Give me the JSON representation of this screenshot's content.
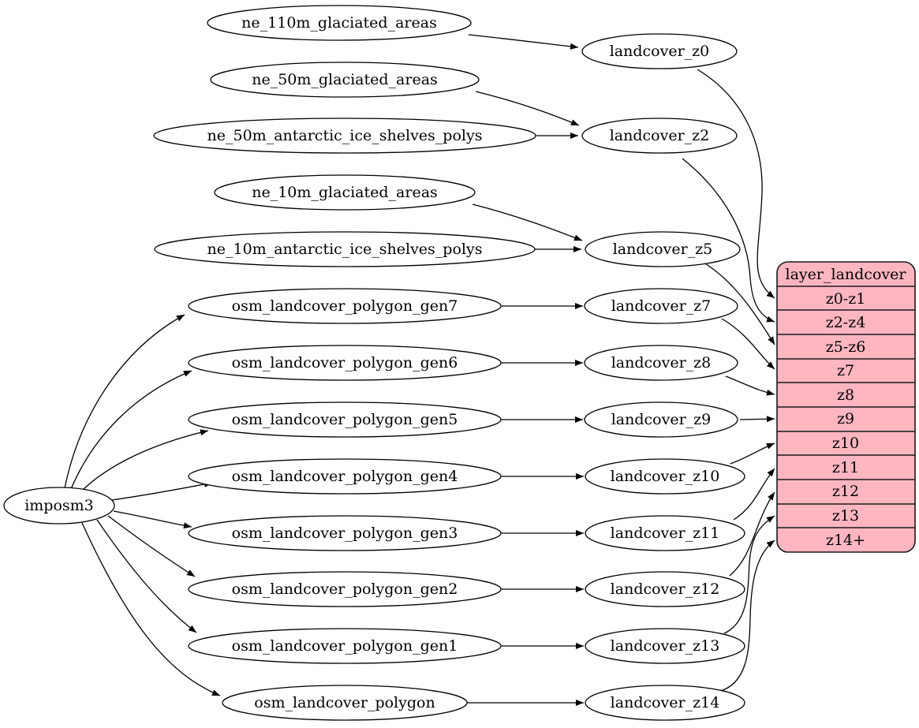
{
  "diagram": {
    "colors": {
      "background": "#ffffff",
      "node_fill": "#ffffff",
      "node_stroke": "#000000",
      "edge_color": "#000000",
      "table_fill": "#ffb6c1"
    },
    "nodes": {
      "imposm3": "imposm3",
      "ne_110m_glaciated_areas": "ne_110m_glaciated_areas",
      "ne_50m_glaciated_areas": "ne_50m_glaciated_areas",
      "ne_50m_antarctic_ice_shelves_polys": "ne_50m_antarctic_ice_shelves_polys",
      "ne_10m_glaciated_areas": "ne_10m_glaciated_areas",
      "ne_10m_antarctic_ice_shelves_polys": "ne_10m_antarctic_ice_shelves_polys",
      "osm_landcover_polygon_gen7": "osm_landcover_polygon_gen7",
      "osm_landcover_polygon_gen6": "osm_landcover_polygon_gen6",
      "osm_landcover_polygon_gen5": "osm_landcover_polygon_gen5",
      "osm_landcover_polygon_gen4": "osm_landcover_polygon_gen4",
      "osm_landcover_polygon_gen3": "osm_landcover_polygon_gen3",
      "osm_landcover_polygon_gen2": "osm_landcover_polygon_gen2",
      "osm_landcover_polygon_gen1": "osm_landcover_polygon_gen1",
      "osm_landcover_polygon": "osm_landcover_polygon",
      "landcover_z0": "landcover_z0",
      "landcover_z2": "landcover_z2",
      "landcover_z5": "landcover_z5",
      "landcover_z7": "landcover_z7",
      "landcover_z8": "landcover_z8",
      "landcover_z9": "landcover_z9",
      "landcover_z10": "landcover_z10",
      "landcover_z11": "landcover_z11",
      "landcover_z12": "landcover_z12",
      "landcover_z13": "landcover_z13",
      "landcover_z14": "landcover_z14"
    },
    "table": {
      "title": "layer_landcover",
      "rows": [
        "z0-z1",
        "z2-z4",
        "z5-z6",
        "z7",
        "z8",
        "z9",
        "z10",
        "z11",
        "z12",
        "z13",
        "z14+"
      ]
    },
    "edges": [
      {
        "from": "ne_110m_glaciated_areas",
        "to": "landcover_z0"
      },
      {
        "from": "ne_50m_glaciated_areas",
        "to": "landcover_z2"
      },
      {
        "from": "ne_50m_antarctic_ice_shelves_polys",
        "to": "landcover_z2"
      },
      {
        "from": "ne_10m_glaciated_areas",
        "to": "landcover_z5"
      },
      {
        "from": "ne_10m_antarctic_ice_shelves_polys",
        "to": "landcover_z5"
      },
      {
        "from": "imposm3",
        "to": "osm_landcover_polygon_gen7"
      },
      {
        "from": "imposm3",
        "to": "osm_landcover_polygon_gen6"
      },
      {
        "from": "imposm3",
        "to": "osm_landcover_polygon_gen5"
      },
      {
        "from": "imposm3",
        "to": "osm_landcover_polygon_gen4"
      },
      {
        "from": "imposm3",
        "to": "osm_landcover_polygon_gen3"
      },
      {
        "from": "imposm3",
        "to": "osm_landcover_polygon_gen2"
      },
      {
        "from": "imposm3",
        "to": "osm_landcover_polygon_gen1"
      },
      {
        "from": "imposm3",
        "to": "osm_landcover_polygon"
      },
      {
        "from": "osm_landcover_polygon_gen7",
        "to": "landcover_z7"
      },
      {
        "from": "osm_landcover_polygon_gen6",
        "to": "landcover_z8"
      },
      {
        "from": "osm_landcover_polygon_gen5",
        "to": "landcover_z9"
      },
      {
        "from": "osm_landcover_polygon_gen4",
        "to": "landcover_z10"
      },
      {
        "from": "osm_landcover_polygon_gen3",
        "to": "landcover_z11"
      },
      {
        "from": "osm_landcover_polygon_gen2",
        "to": "landcover_z12"
      },
      {
        "from": "osm_landcover_polygon_gen1",
        "to": "landcover_z13"
      },
      {
        "from": "osm_landcover_polygon",
        "to": "landcover_z14"
      },
      {
        "from": "landcover_z0",
        "to": "layer_landcover:z0-z1"
      },
      {
        "from": "landcover_z2",
        "to": "layer_landcover:z2-z4"
      },
      {
        "from": "landcover_z5",
        "to": "layer_landcover:z5-z6"
      },
      {
        "from": "landcover_z7",
        "to": "layer_landcover:z7"
      },
      {
        "from": "landcover_z8",
        "to": "layer_landcover:z8"
      },
      {
        "from": "landcover_z9",
        "to": "layer_landcover:z9"
      },
      {
        "from": "landcover_z10",
        "to": "layer_landcover:z10"
      },
      {
        "from": "landcover_z11",
        "to": "layer_landcover:z11"
      },
      {
        "from": "landcover_z12",
        "to": "layer_landcover:z12"
      },
      {
        "from": "landcover_z13",
        "to": "layer_landcover:z13"
      },
      {
        "from": "landcover_z14",
        "to": "layer_landcover:z14+"
      }
    ]
  }
}
